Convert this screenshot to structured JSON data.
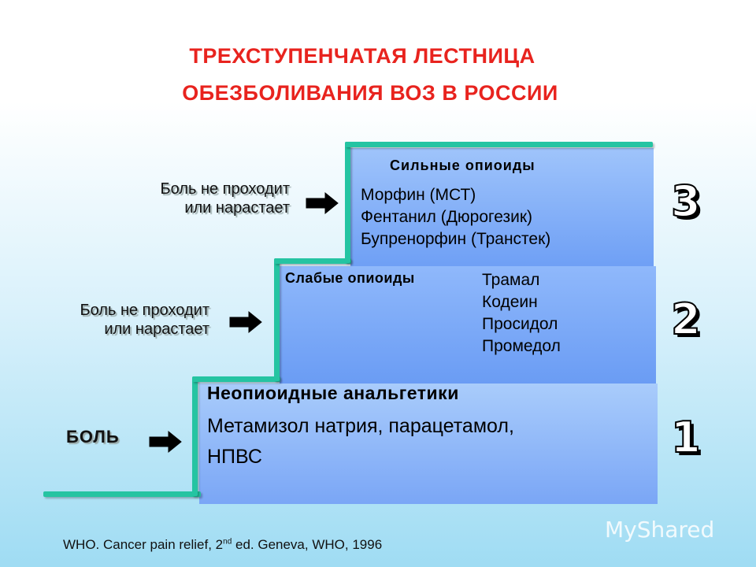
{
  "title": {
    "line1": "ТРЕХСТУПЕНЧАТАЯ ЛЕСТНИЦА",
    "line2": "ОБЕЗБОЛИВАНИЯ ВОЗ В РОССИИ"
  },
  "steps": {
    "step3": {
      "number": "3",
      "heading": "Сильные опиоиды",
      "drugs": [
        "Морфин (МСТ)",
        "Фентанил (Дюрогезик)",
        "Бупренорфин (Транстек)"
      ]
    },
    "step2": {
      "number": "2",
      "heading": "Слабые опиоиды",
      "drugs": [
        "Трамал",
        "Кодеин",
        "Просидол",
        "Промедол"
      ]
    },
    "step1": {
      "number": "1",
      "heading": "Неопиоидные анальгетики",
      "drugs_line1": "Метамизол натрия, парацетамол,",
      "drugs_line2": "НПВС"
    }
  },
  "pain_labels": {
    "upper": {
      "line1": "Боль не проходит",
      "line2": "или нарастает"
    },
    "middle": {
      "line1": "Боль не проходит",
      "line2": "или нарастает"
    },
    "start": "БОЛЬ"
  },
  "footnote": {
    "pre": "WHO. Cancer pain relief, 2",
    "sup": "nd",
    "post": " ed. Geneva, WHO, 1996"
  },
  "watermark": "MyShared",
  "colors": {
    "title": "#e8231e",
    "stair": "#25c4a2",
    "block": "#7aa6f6"
  }
}
